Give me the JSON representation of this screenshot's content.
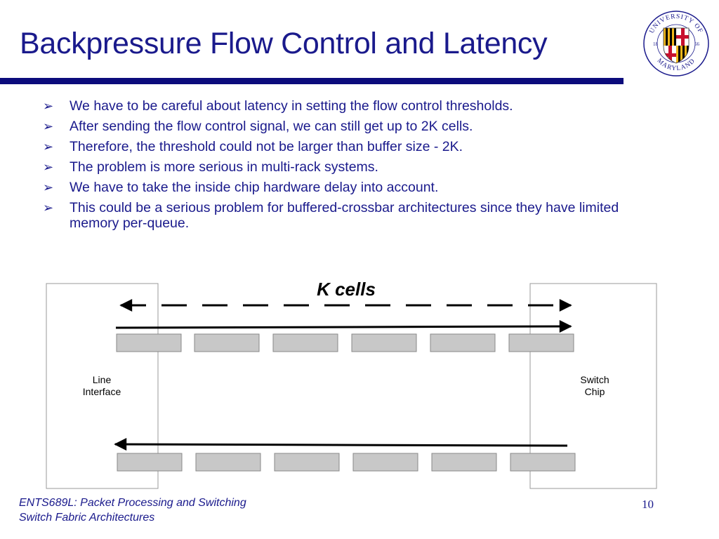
{
  "slide": {
    "title": "Backpressure Flow Control and Latency",
    "bullets": [
      "We have to be careful about latency in setting the flow control thresholds.",
      "After sending the flow control signal, we can still get up to 2K cells.",
      "Therefore, the threshold could not be larger than buffer size - 2K.",
      "The problem is more serious in multi-rack systems.",
      "We have to take the inside chip hardware delay into account.",
      "This could be a serious problem for buffered-crossbar architectures since they have limited memory per-queue."
    ],
    "bullet_marker": "➢"
  },
  "logo": {
    "arc_top": "UNIVERSITY OF",
    "arc_bottom": "MARYLAND",
    "year_left": "18",
    "year_right": "56"
  },
  "diagram": {
    "span_label": "K cells",
    "left_box_label": [
      "Line",
      "Interface"
    ],
    "right_box_label": [
      "Switch",
      "Chip"
    ],
    "colors": {
      "cell_fill": "#c8c8c8",
      "cell_stroke": "#888888",
      "box_stroke": "#999999",
      "arrow": "#000000"
    }
  },
  "footer": {
    "course_line1": "ENTS689L: Packet Processing and Switching",
    "course_line2": "Switch Fabric Architectures",
    "page_number": "10"
  },
  "colors": {
    "title_blue": "#1a1a8c",
    "bar_navy": "#0c0c7c",
    "md_red": "#c8102e",
    "md_gold": "#f2b71a"
  }
}
